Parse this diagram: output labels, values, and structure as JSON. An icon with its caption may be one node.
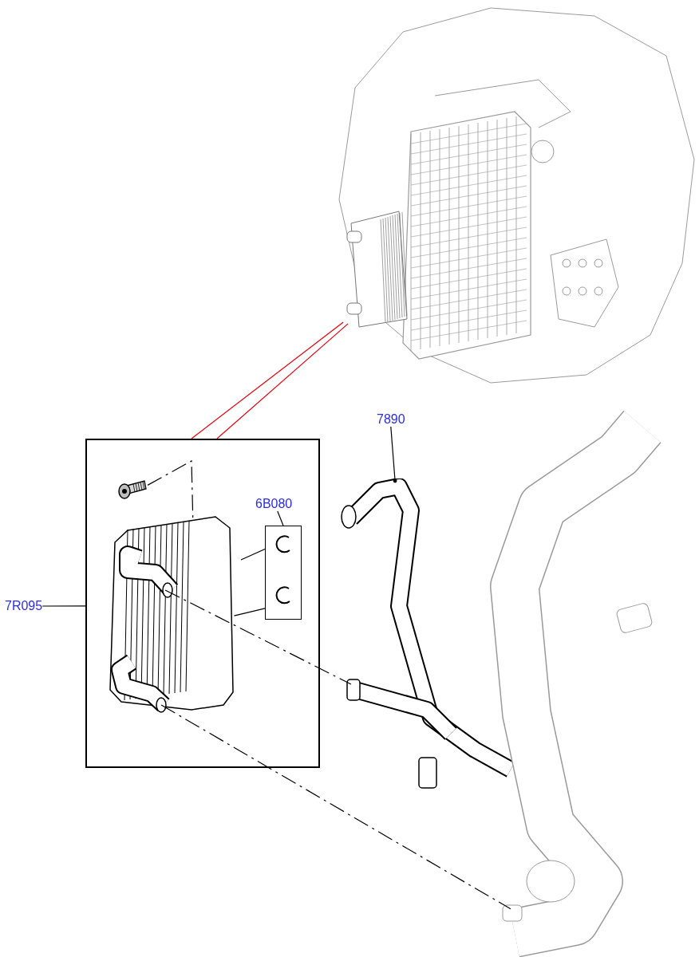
{
  "diagram": {
    "nodes": [
      {
        "text": [],
        "shape": "box"
      },
      {
        "text": [
          "7R095"
        ]
      },
      {
        "text": [],
        "shape": "box",
        "in": 0
      },
      {
        "text": [
          "6B080"
        ],
        "in": 0
      },
      {
        "text": [
          "7890"
        ]
      },
      {
        "text": [],
        "shape": "picture"
      },
      {
        "text": [],
        "shape": "picture"
      },
      {
        "text": [],
        "shape": "picture",
        "in": 0
      },
      {
        "text": [],
        "shape": "picture"
      },
      {
        "text": [],
        "shape": "picture",
        "in": 0
      }
    ],
    "edges": [
      {
        "from": 1,
        "to": 0,
        "arrow": "none"
      },
      {
        "from": 3,
        "to": 2,
        "arrow": "none"
      },
      {
        "from": 4,
        "to": 5,
        "arrow": "other"
      },
      {
        "from": 0,
        "to": 6,
        "arrow": "none",
        "color": "#e8000b"
      },
      {
        "from": 0,
        "to": 6,
        "arrow": "none",
        "color": "#e8000b"
      },
      {
        "from": 9,
        "to": 7,
        "arrow": "none",
        "style": "dashed"
      },
      {
        "from": 7,
        "to": 5,
        "arrow": "none",
        "style": "dashed"
      },
      {
        "from": 7,
        "to": 8,
        "arrow": "none",
        "style": "dashed"
      },
      {
        "from": 2,
        "to": 7,
        "arrow": "none"
      },
      {
        "from": 2,
        "to": 7,
        "arrow": "none"
      }
    ]
  }
}
